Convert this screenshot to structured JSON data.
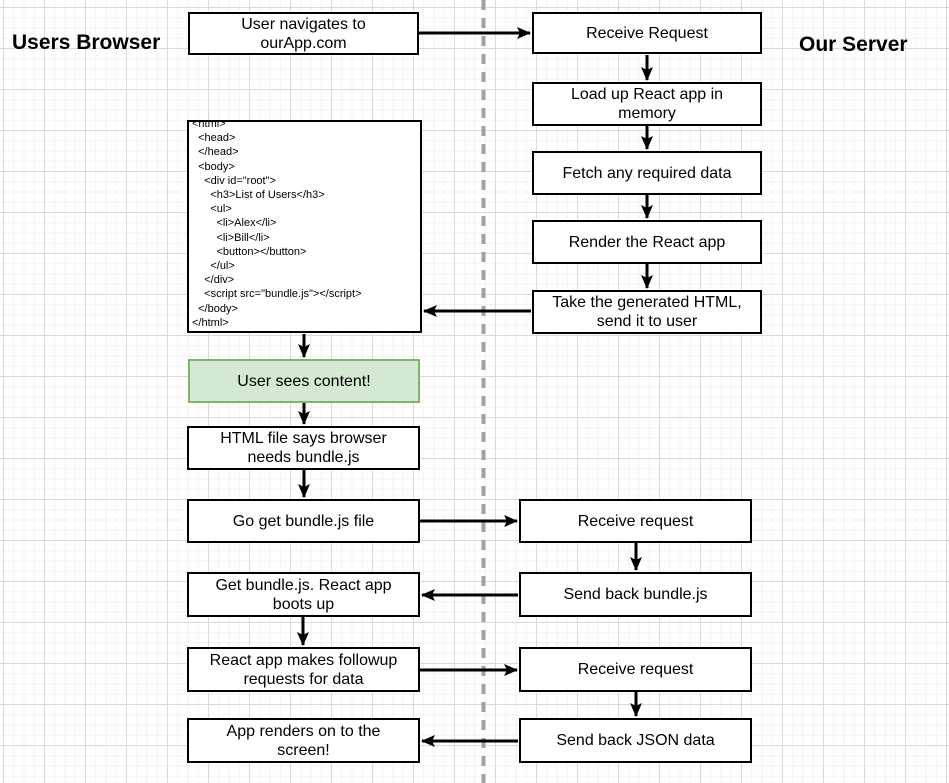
{
  "titles": {
    "browser": "Users Browser",
    "server": "Our Server"
  },
  "browser": {
    "nodes": {
      "navigate": "User navigates to ourApp.com",
      "html_code": "<html>\n  <head>\n  </head>\n  <body>\n    <div id=\"root\">\n      <h3>List of Users</h3>\n      <ul>\n        <li>Alex</li>\n        <li>Bill</li>\n        <button></button>\n      </ul>\n    </div>\n    <script src=\"bundle.js\"></script>\n  </body>\n</html>",
      "sees_content": "User sees content!",
      "needs_bundle": "HTML file says browser needs bundle.js",
      "go_get_bundle": "Go get bundle.js file",
      "bundle_boots": "Get bundle.js.  React app boots up",
      "followup_requests": "React app makes followup requests for data",
      "app_renders": "App renders on to the screen!"
    }
  },
  "server": {
    "nodes": {
      "receive_request": "Receive Request",
      "load_react": "Load up React app in memory",
      "fetch_data": "Fetch any required data",
      "render_react": "Render the React app",
      "send_html": "Take the generated HTML, send it to user",
      "receive_request_bundle": "Receive request",
      "send_bundle": "Send back bundle.js",
      "receive_request_data": "Receive request",
      "send_json": "Send back JSON data"
    }
  },
  "colors": {
    "node_border": "#000000",
    "node_fill": "#ffffff",
    "highlight_fill": "#d5e8d4",
    "highlight_border": "#82b366",
    "arrow": "#000000",
    "divider": "#a1a1a1"
  }
}
